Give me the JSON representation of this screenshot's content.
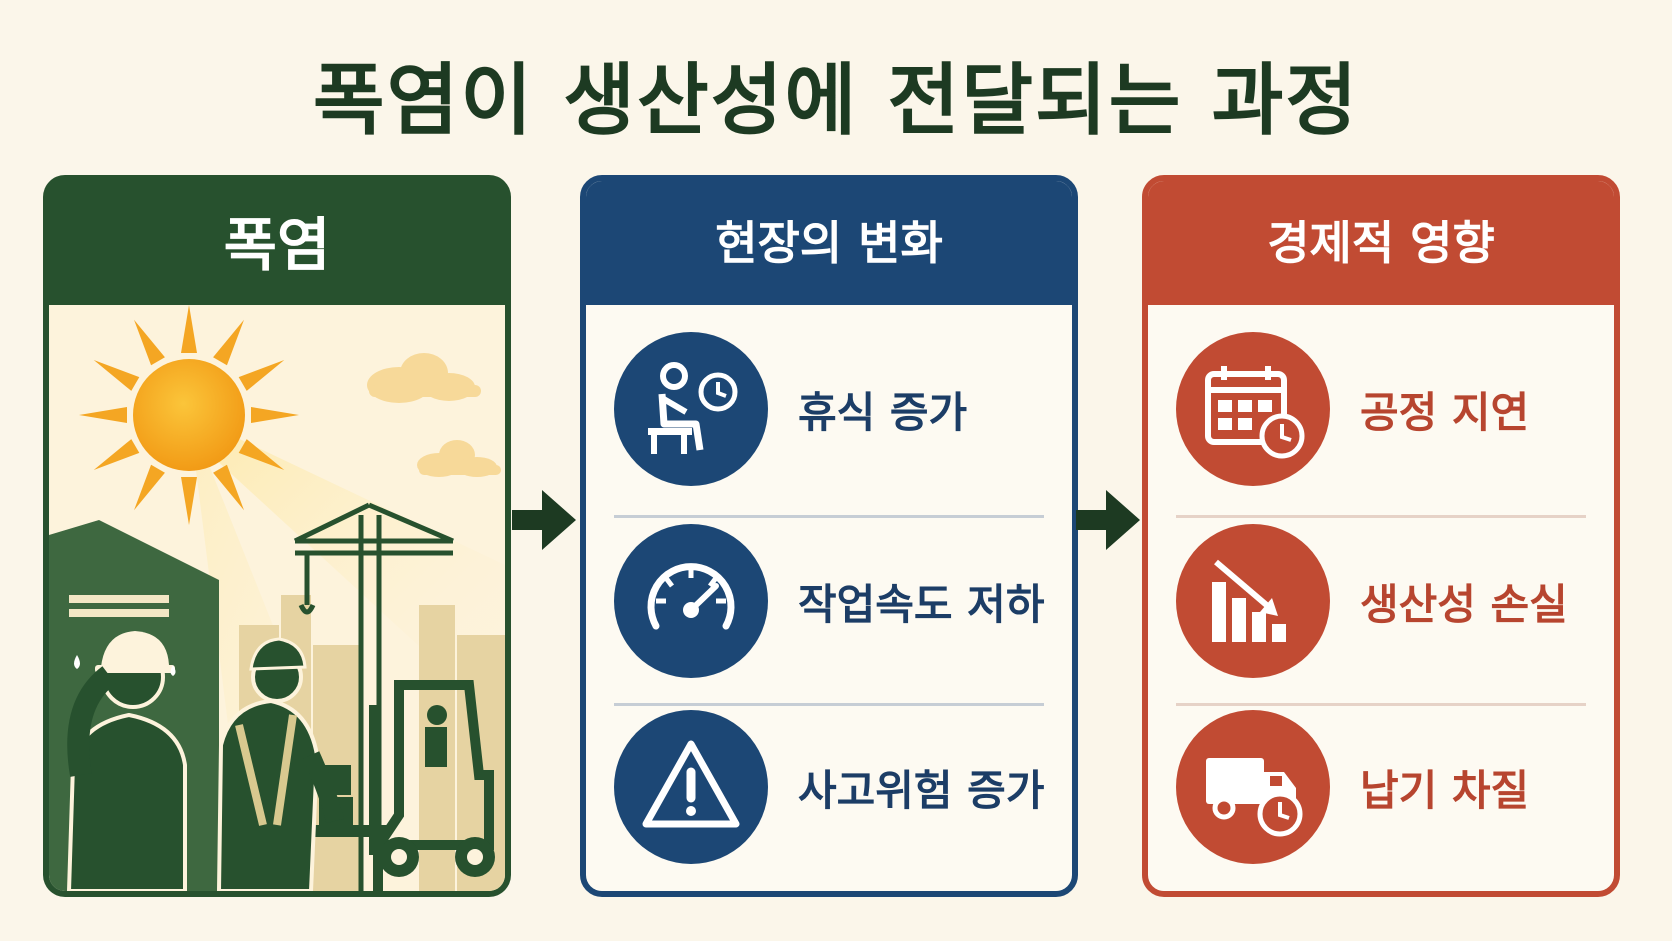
{
  "title": "폭염이 생산성에 전달되는 과정",
  "panels": [
    {
      "heading": "폭염"
    },
    {
      "heading": "현장의 변화",
      "items": [
        {
          "label": "휴식 증가",
          "icon": "resting-worker-clock-icon"
        },
        {
          "label": "작업속도 저하",
          "icon": "speedometer-icon"
        },
        {
          "label": "사고위험 증가",
          "icon": "warning-triangle-icon"
        }
      ]
    },
    {
      "heading": "경제적 영향",
      "items": [
        {
          "label": "공정 지연",
          "icon": "calendar-clock-icon"
        },
        {
          "label": "생산성 손실",
          "icon": "declining-bar-chart-icon"
        },
        {
          "label": "납기 차질",
          "icon": "delivery-truck-clock-icon"
        }
      ]
    }
  ],
  "colors": {
    "green": "#27512e",
    "navy": "#1c4775",
    "red": "#c14b33",
    "background": "#fbf6ea",
    "sun": "#f4a623"
  }
}
